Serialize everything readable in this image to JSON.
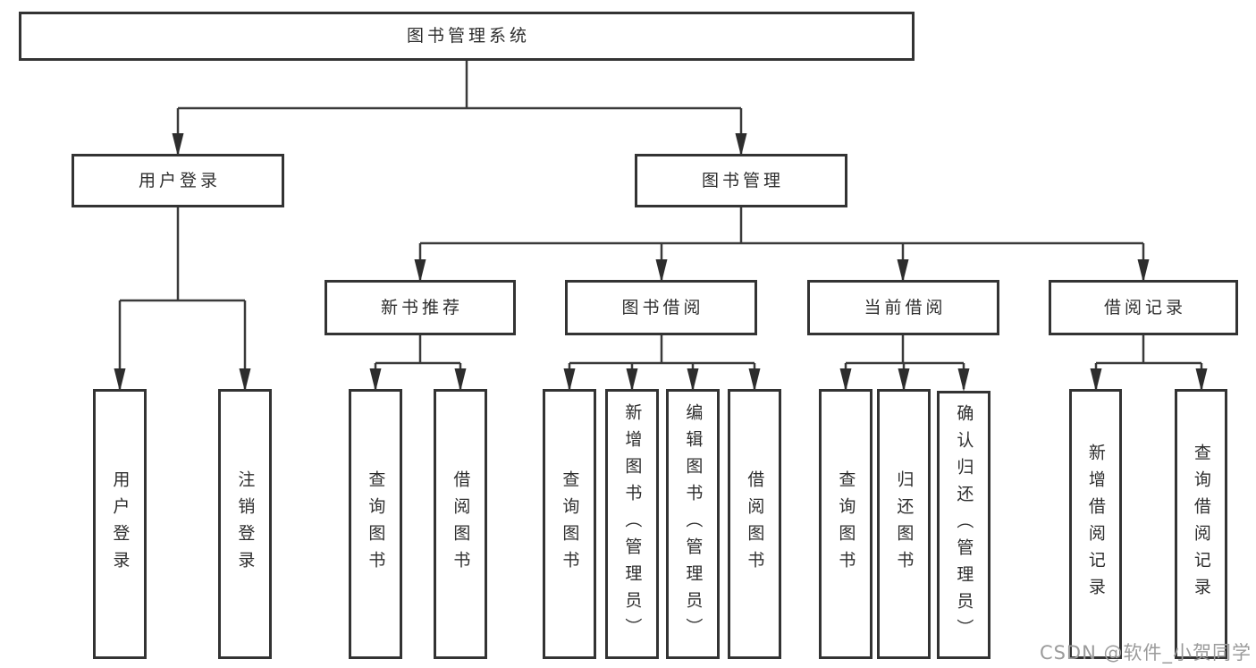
{
  "nodes": {
    "root": "图书管理系统",
    "user_login": "用户登录",
    "book_management": "图书管理",
    "new_book_recommend": "新书推荐",
    "book_borrow": "图书借阅",
    "current_borrow": "当前借阅",
    "borrow_records": "借阅记录",
    "leaf_user_login": "用户登录",
    "leaf_logout": "注销登录",
    "leaf_query_books_recommend": "查询图书",
    "leaf_borrow_books_recommend": "借阅图书",
    "leaf_query_books_borrow": "查询图书",
    "leaf_add_books_admin": "新增图书（管理员）",
    "leaf_edit_books_admin": "编辑图书（管理员）",
    "leaf_borrow_books_borrow": "借阅图书",
    "leaf_query_books_current": "查询图书",
    "leaf_return_books": "归还图书",
    "leaf_confirm_return_admin": "确认归还（管理员）",
    "leaf_add_borrow_record": "新增借阅记录",
    "leaf_query_borrow_record": "查询借阅记录"
  },
  "colors": {
    "line": "#3a3a3a",
    "border": "#333333",
    "text": "#2e2e2e",
    "watermark_text": "#9b9b9b",
    "background": "#ffffff"
  },
  "watermark": "CSDN @软件_小贺同学"
}
